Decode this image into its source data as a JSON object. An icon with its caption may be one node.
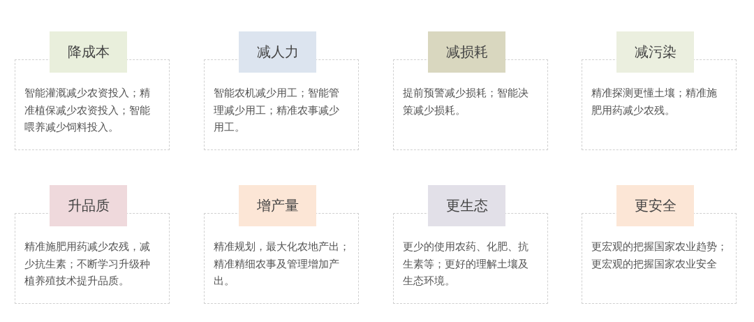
{
  "diagram": {
    "nodes": [
      {
        "text": [
          "降成本"
        ]
      },
      {
        "text": [
          "智能灌溉减少农资投入；精准植保减少农资投入；智能喂养减少饲料投入。"
        ]
      },
      {
        "text": [
          "减人力"
        ]
      },
      {
        "text": [
          "智能农机减少用工；智能管理减少用工；精准农事减少用工。"
        ]
      },
      {
        "text": [
          "减损耗"
        ]
      },
      {
        "text": [
          "提前预警减少损耗；智能决策减少损耗。"
        ]
      },
      {
        "text": [
          "减污染"
        ]
      },
      {
        "text": [
          "精准探测更懂土壤；精准施肥用药减少农残。"
        ]
      },
      {
        "text": [
          "升品质"
        ]
      },
      {
        "text": [
          "精准施肥用药减少农残，减少抗生素；不断学习升级种植养殖技术提升品质。"
        ]
      },
      {
        "text": [
          "增产量"
        ]
      },
      {
        "text": [
          "精准规划，最大化农地产出；精准精细农事及管理增加产出。"
        ]
      },
      {
        "text": [
          "更生态"
        ]
      },
      {
        "text": [
          "更少的使用农药、化肥、抗生素等；更好的理解土壤及生态环境。"
        ]
      },
      {
        "text": [
          "更安全"
        ]
      },
      {
        "text": [
          "更宏观的把握国家农业趋势；更宏观的把握国家农业安全"
        ]
      }
    ]
  }
}
